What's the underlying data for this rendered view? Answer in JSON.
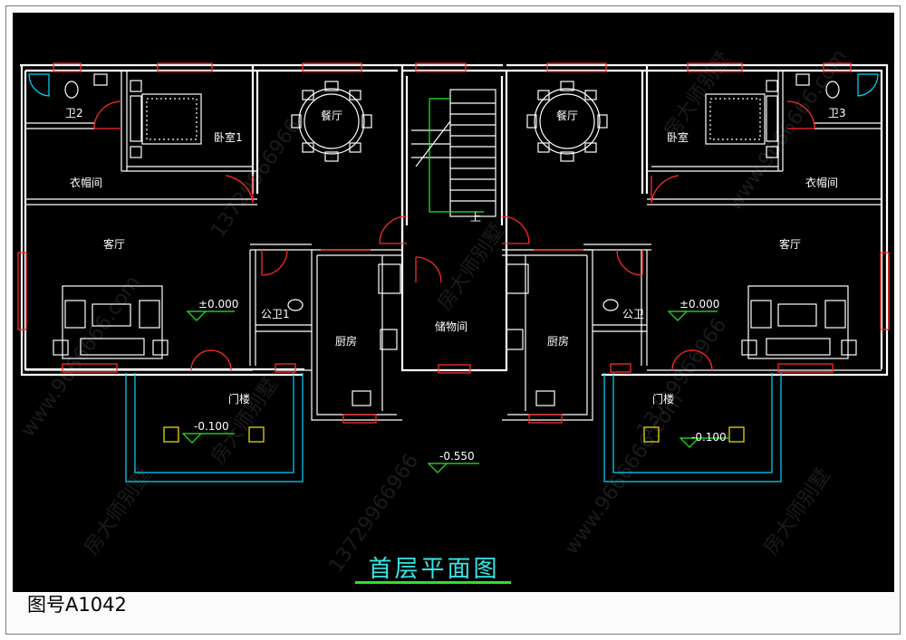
{
  "rooms": {
    "bath2": "卫2",
    "bath3": "卫3",
    "bedroom1": "卧室1",
    "bedroom_right": "卧室",
    "dining_left": "餐厅",
    "dining_right": "餐厅",
    "closet_left": "衣帽间",
    "closet_right": "衣帽间",
    "living_left": "客厅",
    "living_right": "客厅",
    "public_bath1": "公卫1",
    "public_bath": "公卫",
    "kitchen_left": "厨房",
    "kitchen_right": "厨房",
    "storage": "储物间",
    "porch_left": "门楼",
    "porch_right": "门楼",
    "stair_up": "上"
  },
  "elevations": {
    "living_left": "±0.000",
    "living_right": "±0.000",
    "porch_left": "-0.100",
    "porch_right": "-0.100",
    "outdoor": "-0.550"
  },
  "watermarks": {
    "phone": "13729966966",
    "brand": "房大师别墅",
    "site": "www.9666666.com"
  },
  "drawing": {
    "title": "首层平面图",
    "number": "图号A1042"
  },
  "colors": {
    "background": "#000000",
    "wall": "#ffffff",
    "window": "#ff2a2a",
    "dimension": "#00d8ff",
    "title": "#35e6e6",
    "underline": "#2ee02e"
  }
}
